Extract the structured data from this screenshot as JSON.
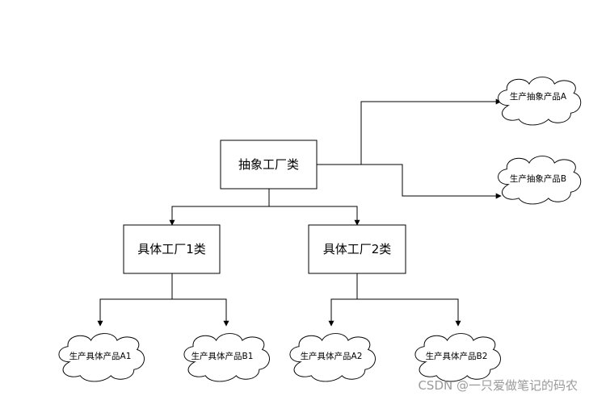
{
  "diagram": {
    "abstract_factory": "抽象工厂类",
    "factory_1": "具体工厂1类",
    "factory_2": "具体工厂2类",
    "abstract_product_a": "生产抽象产品A",
    "abstract_product_b": "生产抽象产品B",
    "product_a1": "生产具体产品A1",
    "product_b1": "生产具体产品B1",
    "product_a2": "生产具体产品A2",
    "product_b2": "生产具体产品B2"
  },
  "watermark": "CSDN @一只爱做笔记的码农"
}
